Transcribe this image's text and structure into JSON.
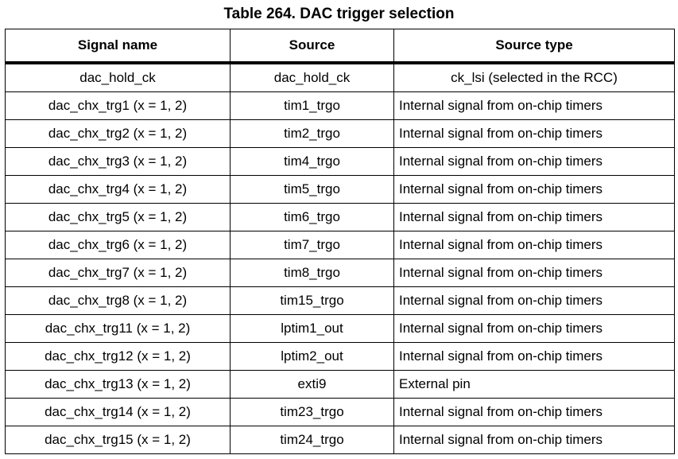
{
  "title": "Table 264. DAC trigger selection",
  "headers": [
    "Signal name",
    "Source",
    "Source type"
  ],
  "rows": [
    {
      "signal": "dac_hold_ck",
      "source": "dac_hold_ck",
      "type": "ck_lsi (selected in the RCC)",
      "type_centered": true
    },
    {
      "signal": "dac_chx_trg1 (x = 1, 2)",
      "source": "tim1_trgo",
      "type": "Internal signal from on-chip timers"
    },
    {
      "signal": "dac_chx_trg2 (x = 1, 2)",
      "source": "tim2_trgo",
      "type": "Internal signal from on-chip timers"
    },
    {
      "signal": "dac_chx_trg3 (x = 1, 2)",
      "source": "tim4_trgo",
      "type": "Internal signal from on-chip timers"
    },
    {
      "signal": "dac_chx_trg4 (x = 1, 2)",
      "source": "tim5_trgo",
      "type": "Internal signal from on-chip timers"
    },
    {
      "signal": "dac_chx_trg5 (x = 1, 2)",
      "source": "tim6_trgo",
      "type": "Internal signal from on-chip timers"
    },
    {
      "signal": "dac_chx_trg6 (x = 1, 2)",
      "source": "tim7_trgo",
      "type": "Internal signal from on-chip timers"
    },
    {
      "signal": "dac_chx_trg7 (x = 1, 2)",
      "source": "tim8_trgo",
      "type": "Internal signal from on-chip timers"
    },
    {
      "signal": "dac_chx_trg8 (x = 1, 2)",
      "source": "tim15_trgo",
      "type": "Internal signal from on-chip timers"
    },
    {
      "signal": "dac_chx_trg11 (x = 1, 2)",
      "source": "lptim1_out",
      "type": "Internal signal from on-chip timers"
    },
    {
      "signal": "dac_chx_trg12 (x = 1, 2)",
      "source": "lptim2_out",
      "type": "Internal signal from on-chip timers"
    },
    {
      "signal": "dac_chx_trg13 (x = 1, 2)",
      "source": "exti9",
      "type": "External pin"
    },
    {
      "signal": "dac_chx_trg14 (x = 1, 2)",
      "source": "tim23_trgo",
      "type": "Internal signal from on-chip timers"
    },
    {
      "signal": "dac_chx_trg15 (x = 1, 2)",
      "source": "tim24_trgo",
      "type": "Internal signal from on-chip timers"
    }
  ]
}
